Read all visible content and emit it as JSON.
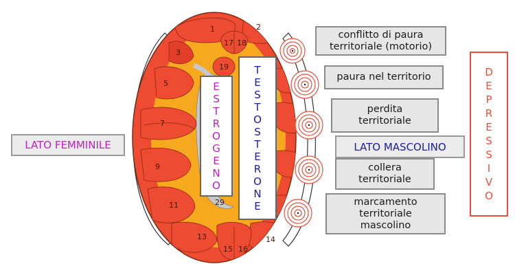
{
  "colors": {
    "red": "#ee4b33",
    "orange": "#f6a81e",
    "grey": "#c8c8c8",
    "magenta": "#c020c0",
    "blue": "#1a1aa8",
    "depress_red": "#e8503a"
  },
  "zones": [
    "1",
    "2",
    "3",
    "5",
    "7",
    "9",
    "11",
    "13",
    "15",
    "16",
    "14",
    "17",
    "18",
    "19",
    "29"
  ],
  "vertical_labels": {
    "estrogeno": "ESTROGENO",
    "testosterone": "TESTOSTERONE",
    "depressivo": "DEPRESSIVO"
  },
  "side_labels": {
    "left": "LATO FEMMINILE",
    "right": "LATO MASCOLINO"
  },
  "callouts": [
    "conflitto di paura\nterritoriale (motorio)",
    "paura nel territorio",
    "perdita\nterritoriale",
    "collera\nterritoriale",
    "marcamento\nterritoriale\nmascolino"
  ]
}
